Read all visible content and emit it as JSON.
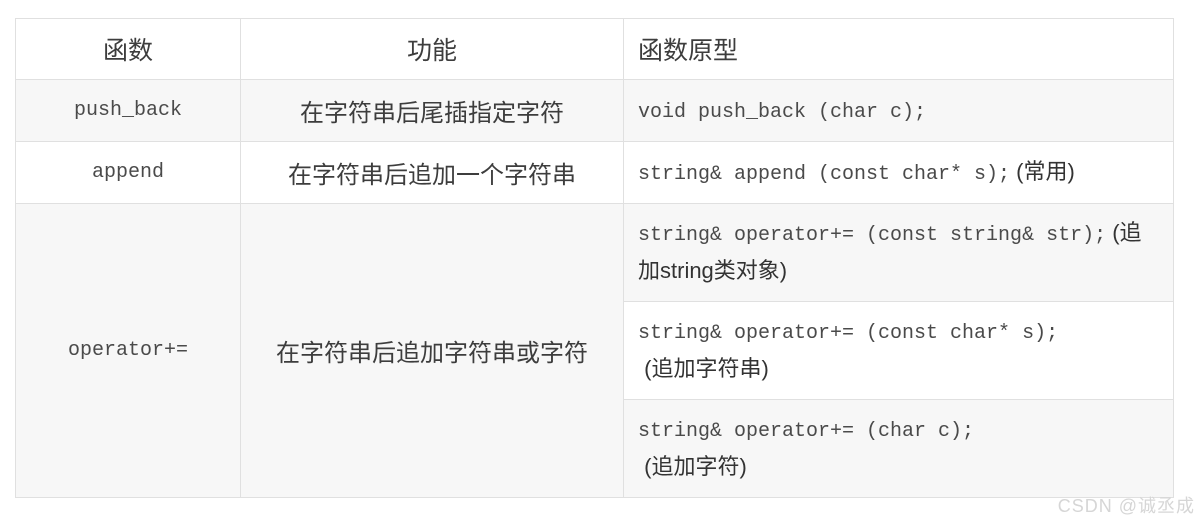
{
  "colors": {
    "border": "#e0e0e0",
    "shaded_row": "#f7f7f7",
    "heading_text": "#3d3d3d",
    "body_text": "#3d3d3d",
    "code_text": "#4a4a4a",
    "watermark_text": "#d6d6d6"
  },
  "table": {
    "headers": [
      "函数",
      "功能",
      "函数原型"
    ],
    "rows": [
      {
        "func": "push_back",
        "desc": "在字符串后尾插指定字符",
        "proto_code": "void push_back (char c);",
        "proto_note": ""
      },
      {
        "func": "append",
        "desc": "在字符串后追加一个字符串",
        "proto_code": "string& append (const char* s);",
        "proto_note": " (常用)"
      },
      {
        "func": "operator+=",
        "desc": "在字符串后追加字符串或字符",
        "protos": [
          {
            "code": "string& operator+= (const string& str);",
            "note": " (追加string类对象)"
          },
          {
            "code": "string& operator+= (const char* s);",
            "note": " (追加字符串)"
          },
          {
            "code": "string& operator+= (char c);",
            "note": " (追加字符)"
          }
        ]
      }
    ]
  },
  "watermark": {
    "text": "CSDN @诚丞成"
  }
}
